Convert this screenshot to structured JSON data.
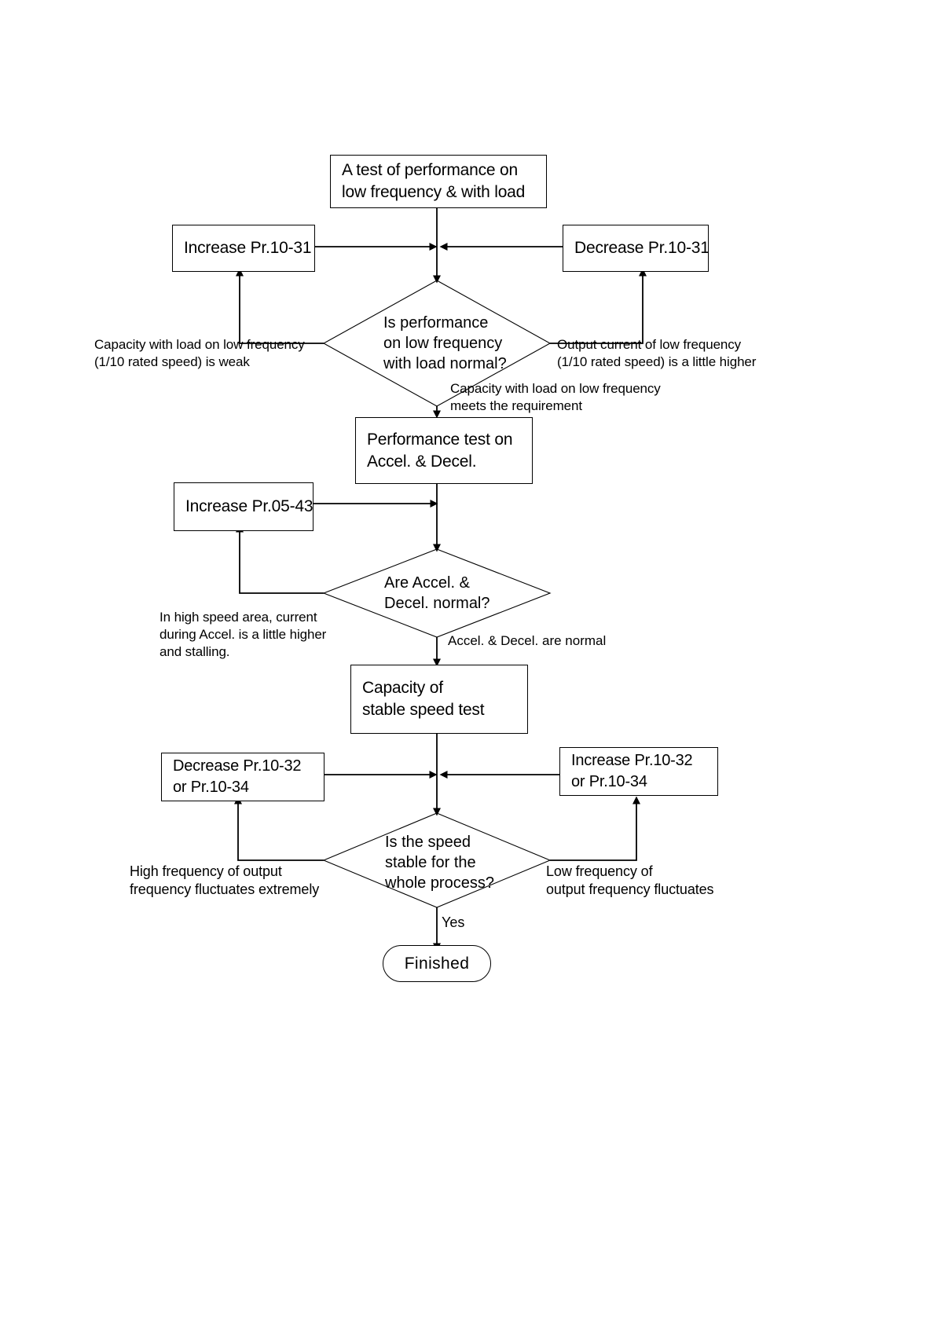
{
  "diagram": {
    "title": "Motor tuning flowchart",
    "stroke_color": "#000000",
    "background_color": "#ffffff"
  },
  "nodes": {
    "start_test": {
      "type": "process",
      "lines": [
        "A test of performance on",
        "low frequency & with load"
      ]
    },
    "increase_pr_10_31": {
      "type": "process",
      "lines": [
        "Increase Pr.10-31"
      ]
    },
    "decrease_pr_10_31": {
      "type": "process",
      "lines": [
        "Decrease Pr.10-31"
      ]
    },
    "decision_low_freq": {
      "type": "decision",
      "lines": [
        "Is performance",
        "on low frequency",
        "with load normal?"
      ]
    },
    "accel_decel_test": {
      "type": "process",
      "lines": [
        "Performance test on",
        "Accel. & Decel."
      ]
    },
    "increase_pr_05_43": {
      "type": "process",
      "lines": [
        "Increase Pr.05-43"
      ]
    },
    "decision_accel_decel": {
      "type": "decision",
      "lines": [
        "Are Accel. &",
        "Decel. normal?"
      ]
    },
    "stable_speed_test": {
      "type": "process",
      "lines": [
        "Capacity of",
        "stable speed test"
      ]
    },
    "decrease_pr_10_32": {
      "type": "process",
      "lines": [
        "Decrease Pr.10-32",
        "or Pr.10-34"
      ]
    },
    "increase_pr_10_32": {
      "type": "process",
      "lines": [
        "Increase Pr.10-32",
        "or Pr.10-34"
      ]
    },
    "decision_speed_stable": {
      "type": "decision",
      "lines": [
        "Is the speed",
        "stable for the",
        "whole process?"
      ]
    },
    "finished": {
      "type": "terminator",
      "lines": [
        "Finished"
      ]
    }
  },
  "annotations": {
    "low_freq_left": {
      "lines": [
        "Capacity with load on low frequency",
        "(1/10 rated speed) is weak"
      ]
    },
    "low_freq_right": {
      "lines": [
        "Output current of low frequency",
        "(1/10 rated speed) is a little higher"
      ]
    },
    "low_freq_down": {
      "lines": [
        "Capacity with load on low frequency",
        "meets the requirement"
      ]
    },
    "accel_left": {
      "lines": [
        "In high speed area, current",
        "during Accel. is a little higher",
        "and stalling."
      ]
    },
    "accel_down": {
      "lines": [
        "Accel. & Decel. are normal"
      ]
    },
    "speed_left": {
      "lines": [
        "High frequency of output",
        "frequency fluctuates extremely"
      ]
    },
    "speed_right": {
      "lines": [
        "Low frequency of",
        "output frequency fluctuates"
      ]
    },
    "speed_down": {
      "lines": [
        "Yes"
      ]
    }
  }
}
